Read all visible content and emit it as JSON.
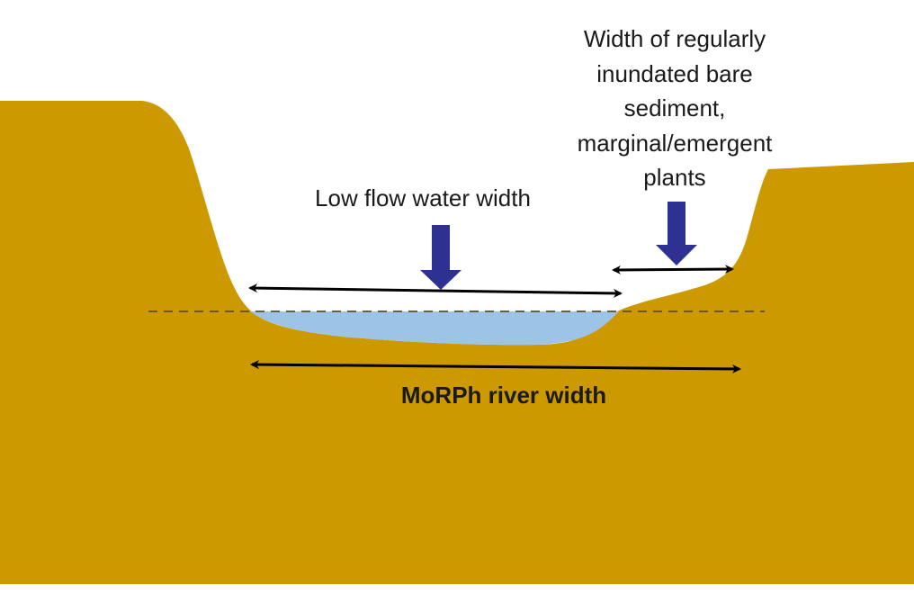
{
  "diagram": {
    "title": "River cross-section width definitions",
    "colors": {
      "ground": "#cc9900",
      "water": "#9dc3e6",
      "pointer_arrow": "#2e3192",
      "measure_line": "#000000",
      "water_level_dash": "#5a4a2a",
      "background": "#ffffff"
    },
    "labels": {
      "low_flow": "Low flow water width",
      "marginal": [
        "Width of regularly",
        "inundated bare",
        "sediment,",
        "marginal/emergent",
        "plants"
      ],
      "morph": "MoRPh river width"
    },
    "elements": [
      {
        "id": "ground",
        "kind": "terrain",
        "description": "Brown river bank and bed profile"
      },
      {
        "id": "water",
        "kind": "water-body",
        "description": "Low flow water in channel"
      },
      {
        "id": "water-level",
        "kind": "dashed-line",
        "description": "Water surface level"
      },
      {
        "id": "low-flow-measure",
        "kind": "double-arrow",
        "label_ref": "low_flow"
      },
      {
        "id": "marginal-measure",
        "kind": "double-arrow",
        "label_ref": "marginal"
      },
      {
        "id": "morph-measure",
        "kind": "double-arrow",
        "label_ref": "morph"
      }
    ]
  }
}
